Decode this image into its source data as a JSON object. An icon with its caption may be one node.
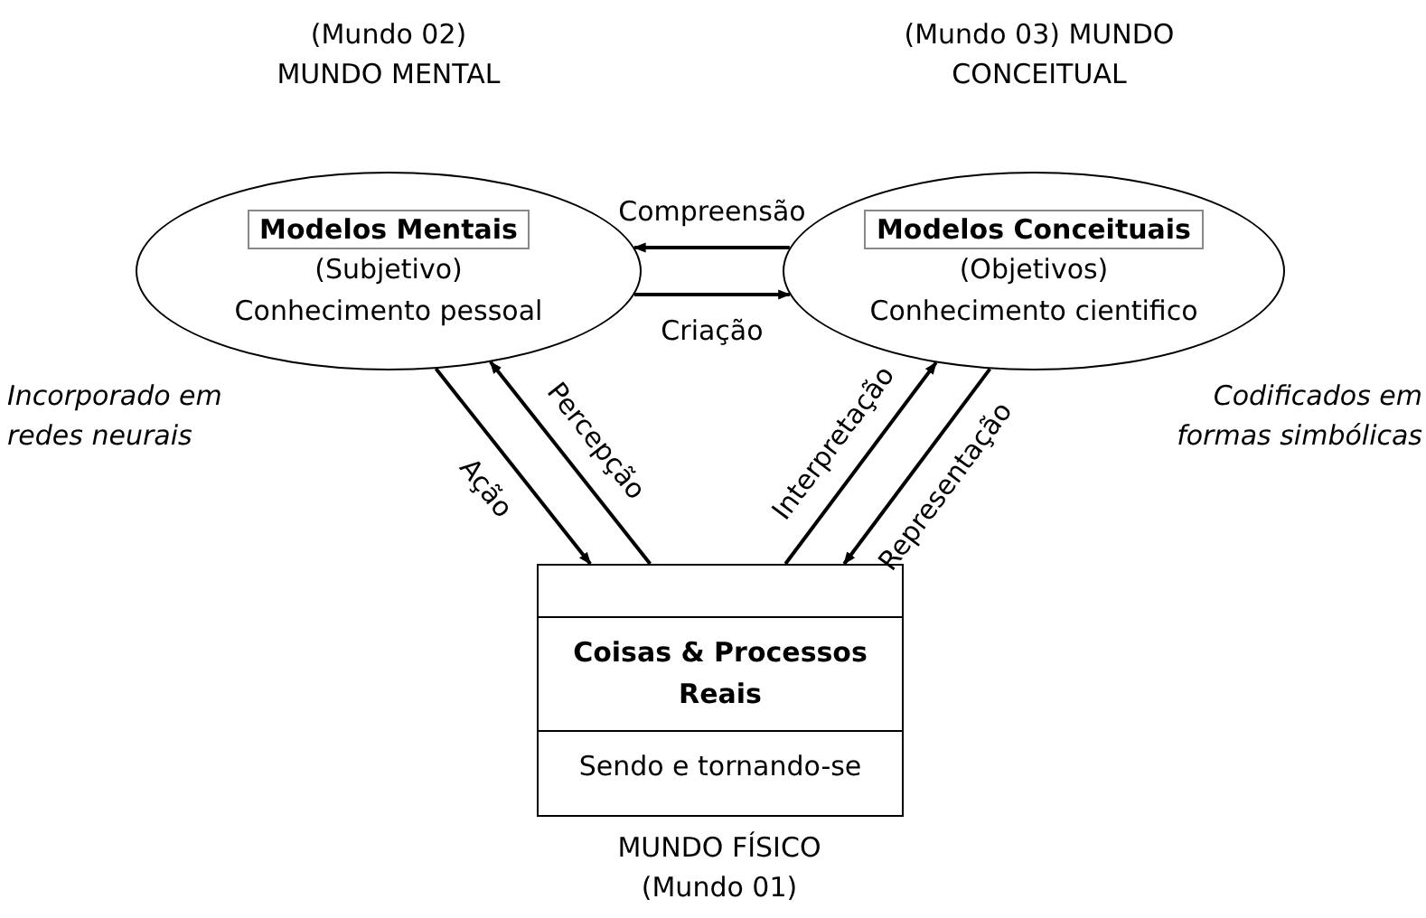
{
  "diagram": {
    "nodes": [
      {
        "text": [
          "Modelos Mentais",
          "(Subjetivo)",
          "Conhecimento pessoal"
        ],
        "beside": [
          "(Mundo 02) MUNDO MENTAL",
          "Incorporado em redes neurais"
        ]
      },
      {
        "text": [
          "Modelos Conceituais",
          "(Objetivos)",
          "Conhecimento cientifico"
        ],
        "beside": [
          "(Mundo 03) MUNDO CONCEITUAL",
          "Codificados em formas simbólicas"
        ]
      },
      {
        "text": [
          "Coisas & Processos Reais",
          "Sendo e tornando-se"
        ],
        "beside": [
          "MUNDO FÍSICO (Mundo 01)"
        ]
      }
    ],
    "edges": [
      {
        "from": 1,
        "to": 0,
        "arrow": "to",
        "label": "Compreensão"
      },
      {
        "from": 0,
        "to": 1,
        "arrow": "to",
        "label": "Criação"
      },
      {
        "from": 0,
        "to": 2,
        "arrow": "to",
        "label": "Ação"
      },
      {
        "from": 2,
        "to": 0,
        "arrow": "to",
        "label": "Percepção"
      },
      {
        "from": 2,
        "to": 1,
        "arrow": "to",
        "label": "Interpretação"
      },
      {
        "from": 1,
        "to": 2,
        "arrow": "to",
        "label": "Representação"
      }
    ]
  }
}
